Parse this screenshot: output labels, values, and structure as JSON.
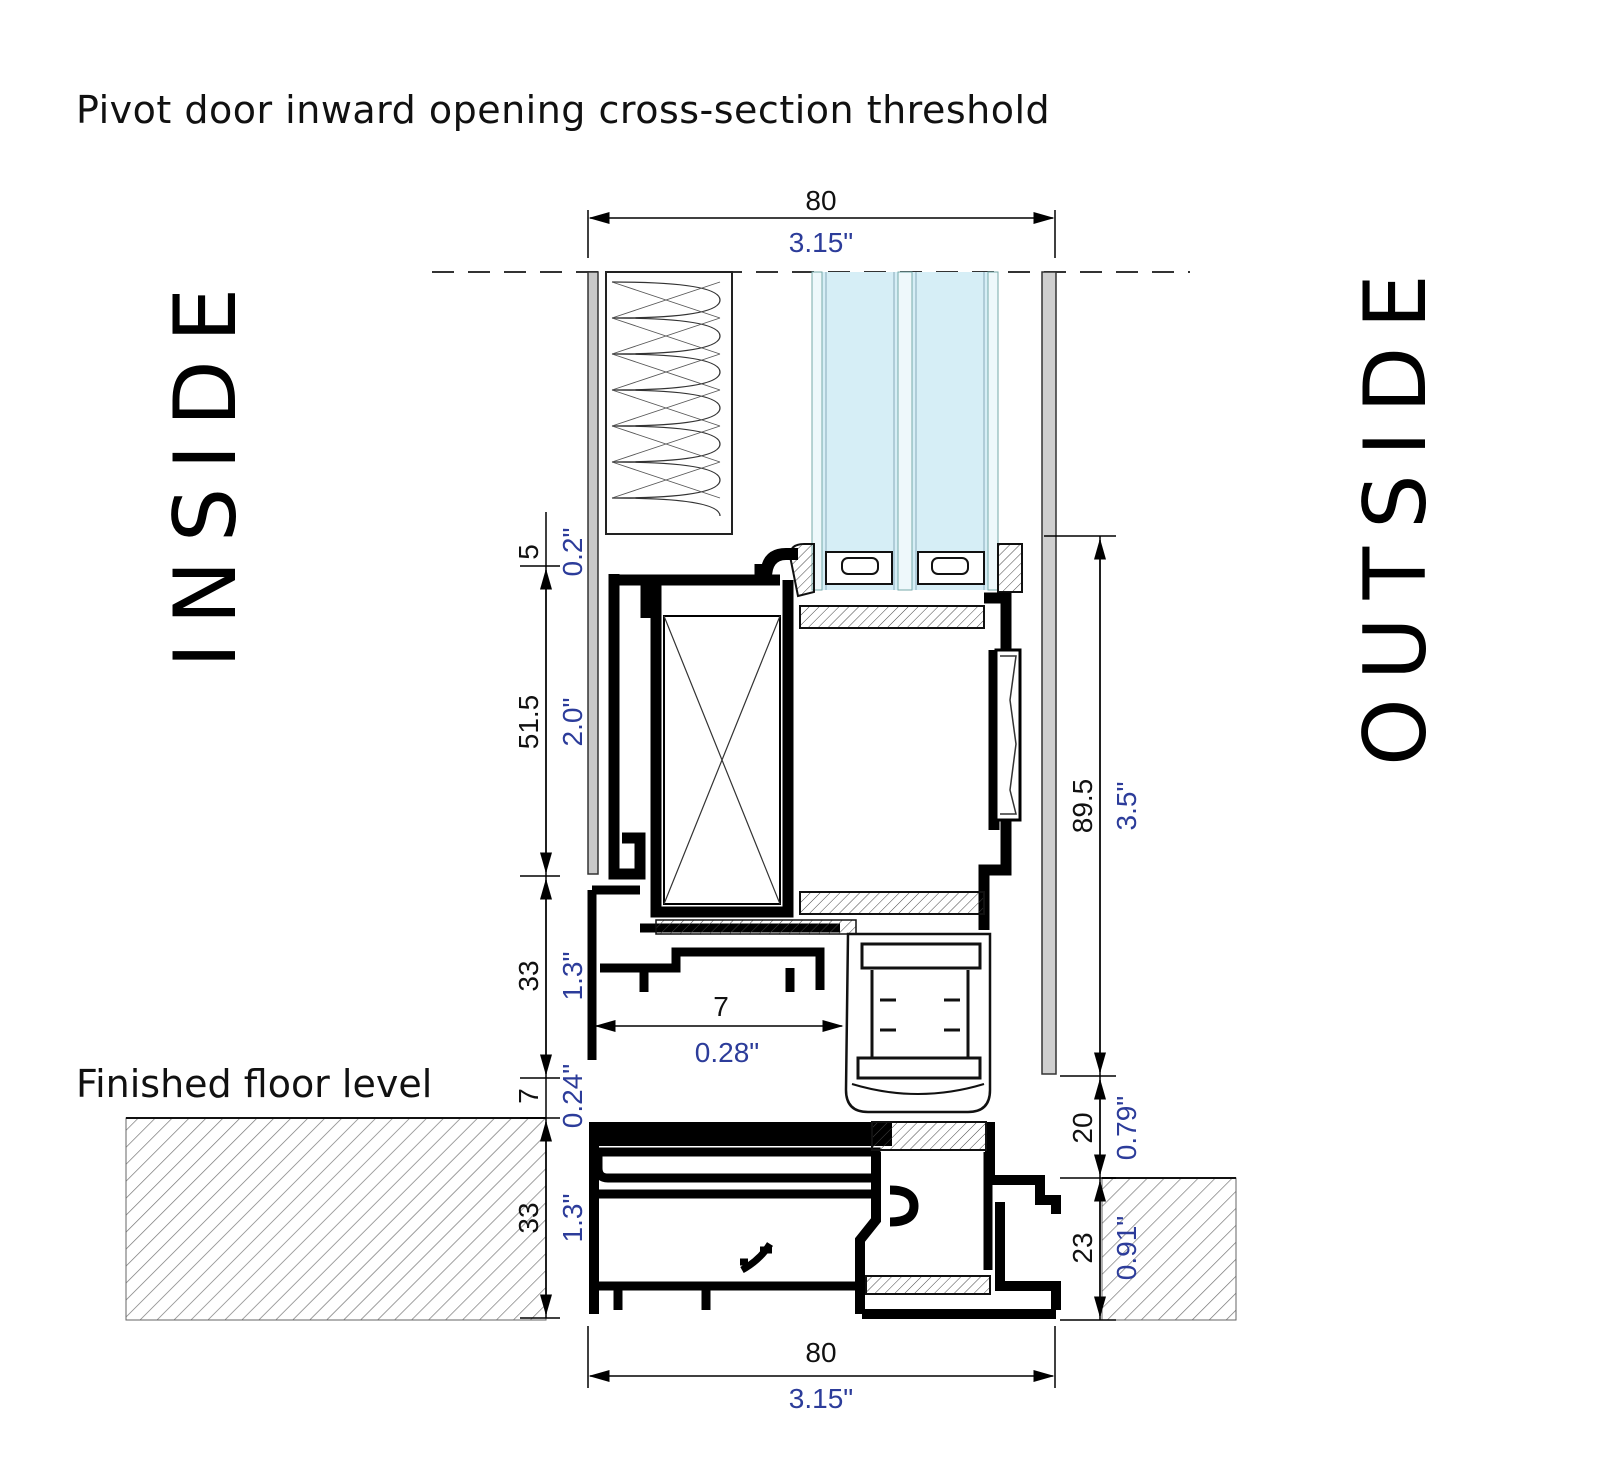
{
  "title": "Pivot door inward opening cross-section threshold",
  "labels": {
    "inside": "INSIDE",
    "outside": "OUTSIDE",
    "floor": "Finished floor level"
  },
  "colors": {
    "profile": "#000000",
    "glass": "#cfe9f3",
    "inch_text": "#2c3c9a",
    "hatch": "#777777"
  },
  "dimensions": {
    "top_width": {
      "mm": "80",
      "inch": "3.15\""
    },
    "bottom_width": {
      "mm": "80",
      "inch": "3.15\""
    },
    "gap_5": {
      "mm": "5",
      "inch": "0.2\""
    },
    "sash_51_5": {
      "mm": "51.5",
      "inch": "2.0\""
    },
    "sash_33": {
      "mm": "33",
      "inch": "1.3\""
    },
    "gap_7": {
      "mm": "7",
      "inch": "0.24\""
    },
    "threshold_33": {
      "mm": "33",
      "inch": "1.3\""
    },
    "overlap_7": {
      "mm": "7",
      "inch": "0.28\""
    },
    "right_89_5": {
      "mm": "89.5",
      "inch": "3.5\""
    },
    "right_20": {
      "mm": "20",
      "inch": "0.79\""
    },
    "right_23": {
      "mm": "23",
      "inch": "0.91\""
    }
  }
}
